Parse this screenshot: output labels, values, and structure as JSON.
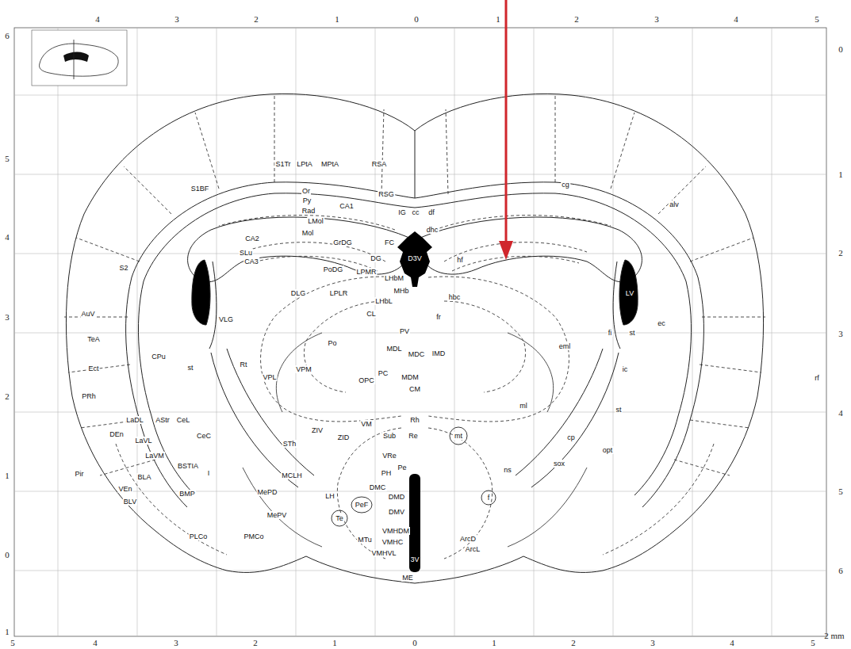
{
  "diagram": {
    "labels": [
      "4",
      "3",
      "2",
      "1",
      "0",
      "1",
      "2",
      "3",
      "4",
      "5",
      "6",
      "5",
      "4",
      "3",
      "2",
      "1",
      "0",
      "1",
      "0",
      "1",
      "2",
      "3",
      "4",
      "5",
      "6",
      "5",
      "4",
      "3",
      "2",
      "1",
      "0",
      "1",
      "2",
      "3",
      "4",
      "5",
      "2 mm",
      "S1Tr",
      "LPtA",
      "MPtA",
      "RSA",
      "RSG",
      "S1BF",
      "cg",
      "alv",
      "Or",
      "Py",
      "Rad",
      "CA1",
      "LMol",
      "IG",
      "cc",
      "df",
      "dhc",
      "Mol",
      "GrDG",
      "FC",
      "CA2",
      "SLu",
      "CA3",
      "DG",
      "D3V",
      "hf",
      "PoDG",
      "S2",
      "LPMR",
      "LHbM",
      "MHb",
      "LHbL",
      "hbc",
      "DLG",
      "LPLR",
      "LV",
      "AuV",
      "VLG",
      "CL",
      "fr",
      "ec",
      "PV",
      "fi",
      "st",
      "TeA",
      "Po",
      "MDL",
      "MDC",
      "IMD",
      "eml",
      "CPu",
      "Rt",
      "st",
      "VPM",
      "VPL",
      "Ect",
      "ic",
      "rf",
      "PC",
      "OPC",
      "MDM",
      "CM",
      "PRh",
      "ml",
      "st",
      "LaDL",
      "AStr",
      "CeL",
      "VM",
      "Rh",
      "DEn",
      "LaVL",
      "CeC",
      "ZIV",
      "ZID",
      "STh",
      "Sub",
      "Re",
      "mt",
      "cp",
      "opt",
      "LaVM",
      "VRe",
      "sox",
      "BSTIA",
      "ns",
      "Pe",
      "PH",
      "Pir",
      "I",
      "BLA",
      "MCLH",
      "DMC",
      "VEn",
      "BMP",
      "MePD",
      "DMD",
      "LH",
      "f",
      "BLV",
      "PeF",
      "DMV",
      "MePV",
      "Te",
      "VMHDM",
      "PLCo",
      "PMCo",
      "ArcD",
      "MTu",
      "VMHC",
      "ArcL",
      "VMHVL",
      "3V",
      "ME"
    ]
  }
}
